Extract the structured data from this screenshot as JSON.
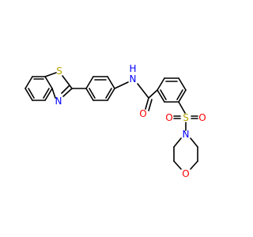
{
  "molecule": {
    "atom_labels": {
      "sulfur_thiazole": "S",
      "nitrogen_thiazole": "N",
      "amide_nitrogen": "N",
      "amide_hydrogen": "H",
      "carbonyl_oxygen": "O",
      "sulfonyl_sulfur": "S",
      "sulfonyl_oxygen_left": "O",
      "sulfonyl_oxygen_right": "O",
      "morpholine_nitrogen": "N",
      "morpholine_oxygen": "O"
    },
    "colors": {
      "sulfur": "#b8a200",
      "nitrogen": "#0000ff",
      "oxygen": "#ff0000",
      "bond": "#000000"
    }
  }
}
